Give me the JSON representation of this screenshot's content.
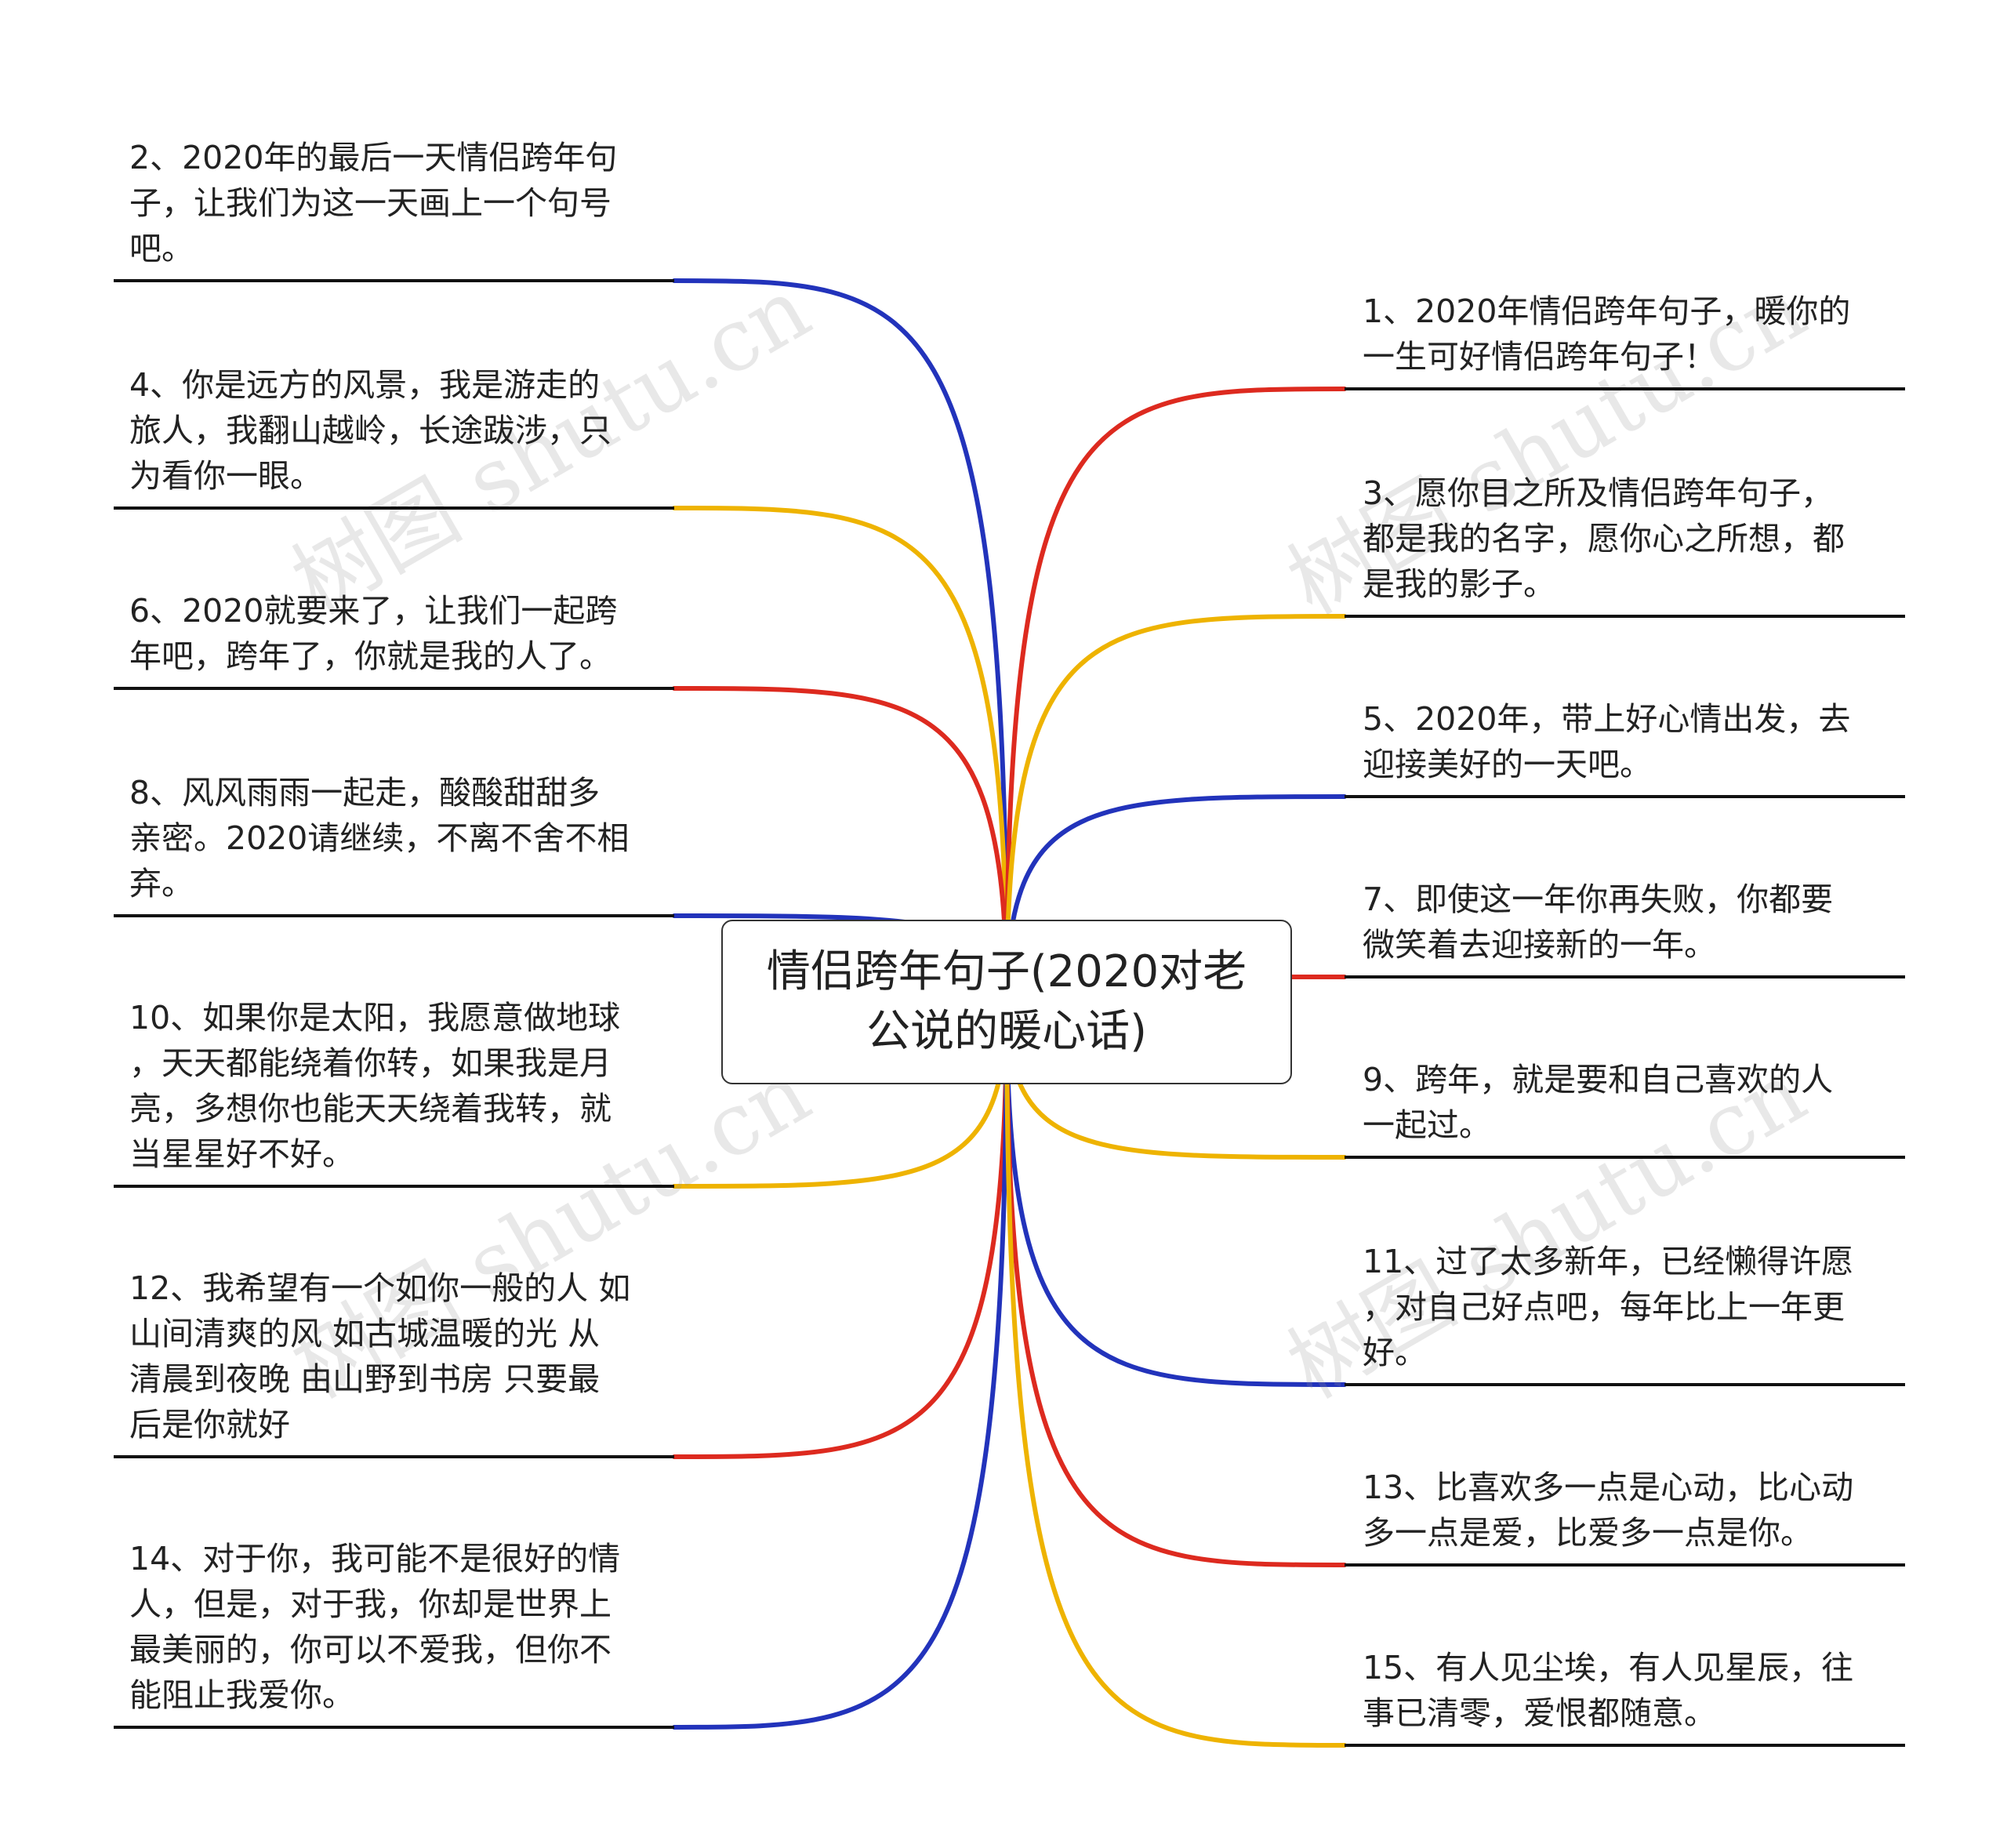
{
  "center": {
    "title": "情侣跨年句子(2020对老\n公说的暖心话)"
  },
  "colors": {
    "blue": "#2233BB",
    "red": "#DD2A1F",
    "yellow": "#EEB300",
    "line": "#111111"
  },
  "left_nodes": [
    {
      "text": "2、2020年的最后一天情侣跨年句\n子，让我们为这一天画上一个句号\n吧。",
      "color": "blue"
    },
    {
      "text": "4、你是远方的风景，我是游走的\n旅人，我翻山越岭，长途跋涉，只\n为看你一眼。",
      "color": "yellow"
    },
    {
      "text": "6、2020就要来了，让我们一起跨\n年吧，跨年了，你就是我的人了。",
      "color": "red"
    },
    {
      "text": "8、风风雨雨一起走，酸酸甜甜多\n亲密。2020请继续，不离不舍不相\n弃。",
      "color": "blue"
    },
    {
      "text": "10、如果你是太阳，我愿意做地球\n，天天都能绕着你转，如果我是月\n亮，多想你也能天天绕着我转，就\n当星星好不好。",
      "color": "yellow"
    },
    {
      "text": "12、我希望有一个如你一般的人 如\n山间清爽的风 如古城温暖的光 从\n清晨到夜晚 由山野到书房 只要最\n后是你就好",
      "color": "red"
    },
    {
      "text": "14、对于你，我可能不是很好的情\n人，但是，对于我，你却是世界上\n最美丽的，你可以不爱我，但你不\n能阻止我爱你。",
      "color": "blue"
    }
  ],
  "right_nodes": [
    {
      "text": "1、2020年情侣跨年句子，暖你的\n一生可好情侣跨年句子！",
      "color": "red"
    },
    {
      "text": "3、愿你目之所及情侣跨年句子，\n都是我的名字，愿你心之所想，都\n是我的影子。",
      "color": "yellow"
    },
    {
      "text": "5、2020年，带上好心情出发，去\n迎接美好的一天吧。",
      "color": "blue"
    },
    {
      "text": "7、即使这一年你再失败，你都要\n微笑着去迎接新的一年。",
      "color": "red"
    },
    {
      "text": "9、跨年，就是要和自己喜欢的人\n一起过。",
      "color": "yellow"
    },
    {
      "text": "11、过了太多新年，已经懒得许愿\n，对自己好点吧，每年比上一年更\n好。",
      "color": "blue"
    },
    {
      "text": "13、比喜欢多一点是心动，比心动\n多一点是爱，比爱多一点是你。",
      "color": "red"
    },
    {
      "text": "15、有人见尘埃，有人见星辰，往\n事已清零，爱恨都随意。",
      "color": "yellow"
    }
  ],
  "watermark": {
    "text": "树图 shutu.cn"
  }
}
